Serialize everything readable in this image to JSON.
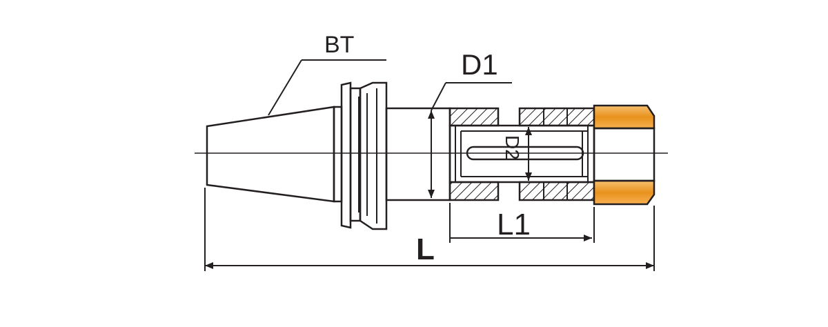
{
  "labels": {
    "bt": "BT",
    "d1": "D1",
    "d2": "D2",
    "l1": "L1",
    "l": "L"
  },
  "colors": {
    "line": "#231f20",
    "collet_nut": "#f0a030",
    "hatch": "#231f20",
    "background": "#ffffff"
  }
}
